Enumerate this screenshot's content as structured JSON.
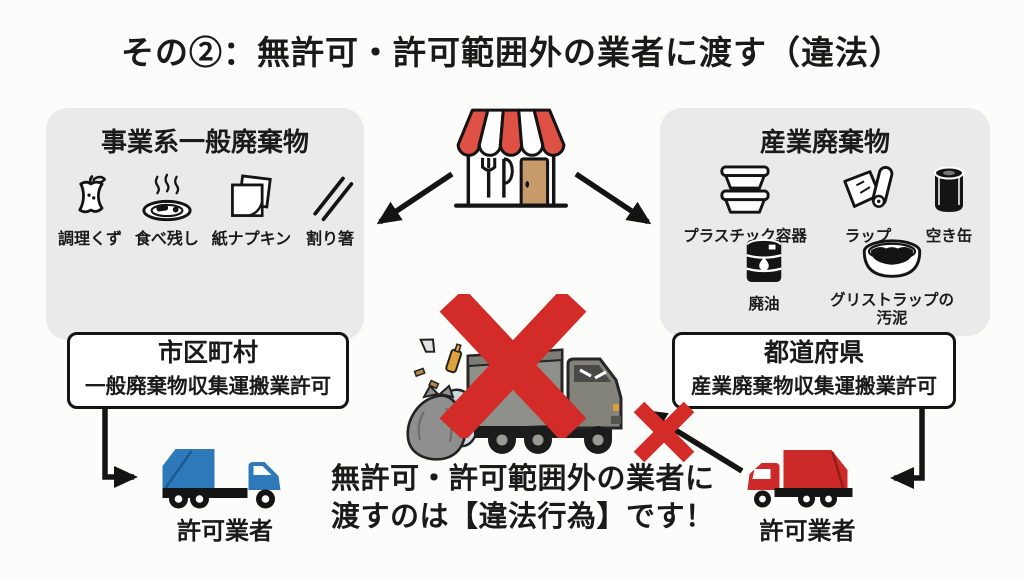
{
  "title": "その②：無許可・許可範囲外の業者に渡す（違法）",
  "left_panel": {
    "title": "事業系一般廃棄物",
    "items": [
      {
        "label": "調理くず",
        "icon": "apple-core-icon"
      },
      {
        "label": "食べ残し",
        "icon": "leftover-food-icon"
      },
      {
        "label": "紙ナプキン",
        "icon": "paper-napkin-icon"
      },
      {
        "label": "割り箸",
        "icon": "chopsticks-icon"
      }
    ]
  },
  "right_panel": {
    "title": "産業廃棄物",
    "items": [
      {
        "label": "プラスチック容器",
        "icon": "plastic-container-icon"
      },
      {
        "label": "ラップ",
        "icon": "plastic-wrap-icon"
      },
      {
        "label": "空き缶",
        "icon": "empty-can-icon"
      },
      {
        "label": "廃油",
        "icon": "oil-drum-icon"
      },
      {
        "label": "グリストラップの\n汚泥",
        "icon": "grease-trap-icon"
      }
    ]
  },
  "left_permit_box": {
    "authority": "市区町村",
    "license": "一般廃棄物収集運搬業許可"
  },
  "right_permit_box": {
    "authority": "都道府県",
    "license": "産業廃棄物収集運搬業許可"
  },
  "left_truck": {
    "label": "許可業者"
  },
  "right_truck": {
    "label": "許可業者"
  },
  "warning": {
    "text": "無許可・許可範囲外の業者に\n渡すのは【違法行為】です！"
  },
  "center_icon": "restaurant-store-icon",
  "prohibition_marks": [
    "large-x-mark",
    "small-x-mark"
  ],
  "colors": {
    "prohibition_red": "#d32b28",
    "awning_red": "#df5144",
    "truck_blue": "#2e79b9",
    "truck_red": "#cb2a28",
    "panel_gray": "#eaeaea",
    "door_tan": "#c69a6b",
    "text": "#1a1a1a"
  }
}
